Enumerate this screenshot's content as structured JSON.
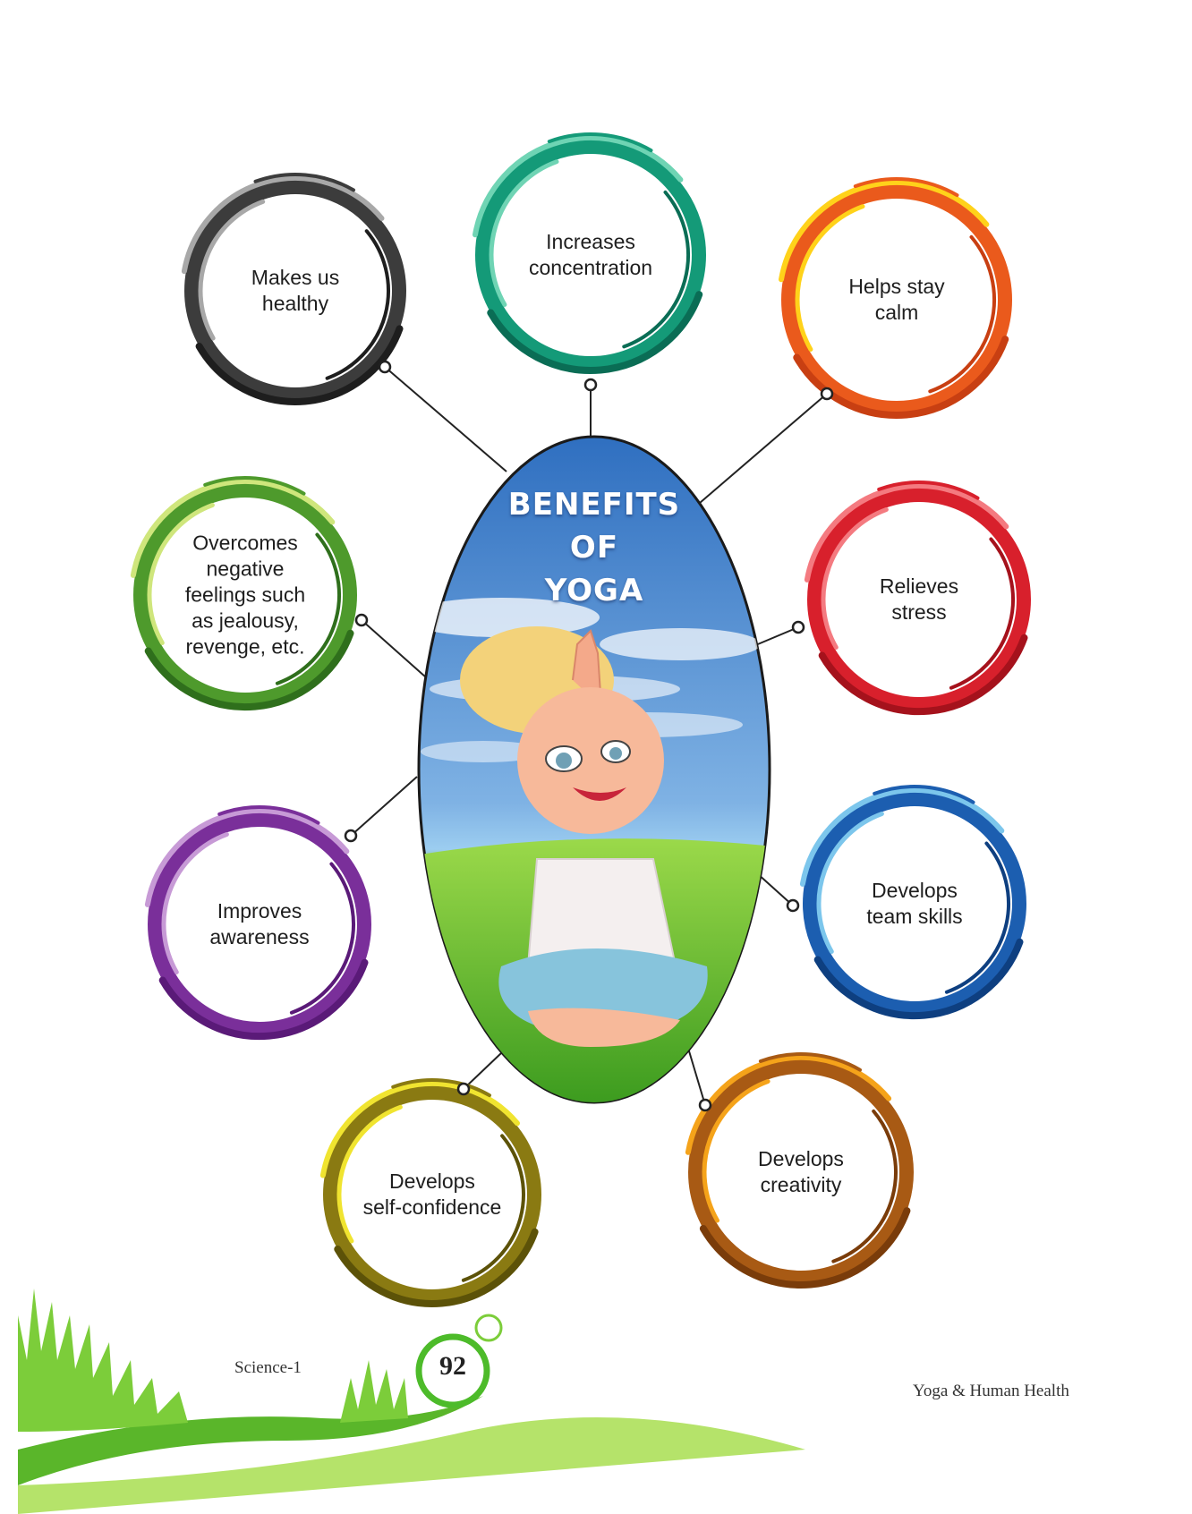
{
  "center": {
    "title": "BENEFITS\nOF\nYOGA"
  },
  "benefits": [
    {
      "label": "Makes us\nhealthy",
      "colors": [
        "#3c3c3c",
        "#a8a8a8",
        "#1e1e1e"
      ]
    },
    {
      "label": "Increases\nconcentration",
      "colors": [
        "#149a78",
        "#6fd4b4",
        "#0a6d55"
      ]
    },
    {
      "label": "Helps stay\ncalm",
      "colors": [
        "#ea5a1c",
        "#ffd21a",
        "#c83f12"
      ]
    },
    {
      "label": "Overcomes\nnegative\nfeelings such\nas jealousy,\nrevenge, etc.",
      "colors": [
        "#4e9a2c",
        "#cfe67c",
        "#2f6f1c"
      ]
    },
    {
      "label": "Relieves\nstress",
      "colors": [
        "#d8202c",
        "#f47a80",
        "#a5121c"
      ]
    },
    {
      "label": "Improves\nawareness",
      "colors": [
        "#7a2f9a",
        "#c79ad6",
        "#5a1a78"
      ]
    },
    {
      "label": "Develops\nteam skills",
      "colors": [
        "#1c5eb0",
        "#7cc6ec",
        "#0e3f80"
      ]
    },
    {
      "label": "Develops\nself-confidence",
      "colors": [
        "#8a7a12",
        "#f0e430",
        "#5c5208"
      ]
    },
    {
      "label": "Develops\ncreativity",
      "colors": [
        "#a85a14",
        "#f5a31a",
        "#7a3c0a"
      ]
    }
  ],
  "footer": {
    "left_text": "Science-1",
    "page_number": "92",
    "right_text": "Yoga & Human Health"
  },
  "palette": {
    "sky": "#4f8fd0",
    "grass": "#4d9c2a",
    "connector": "#222222"
  }
}
